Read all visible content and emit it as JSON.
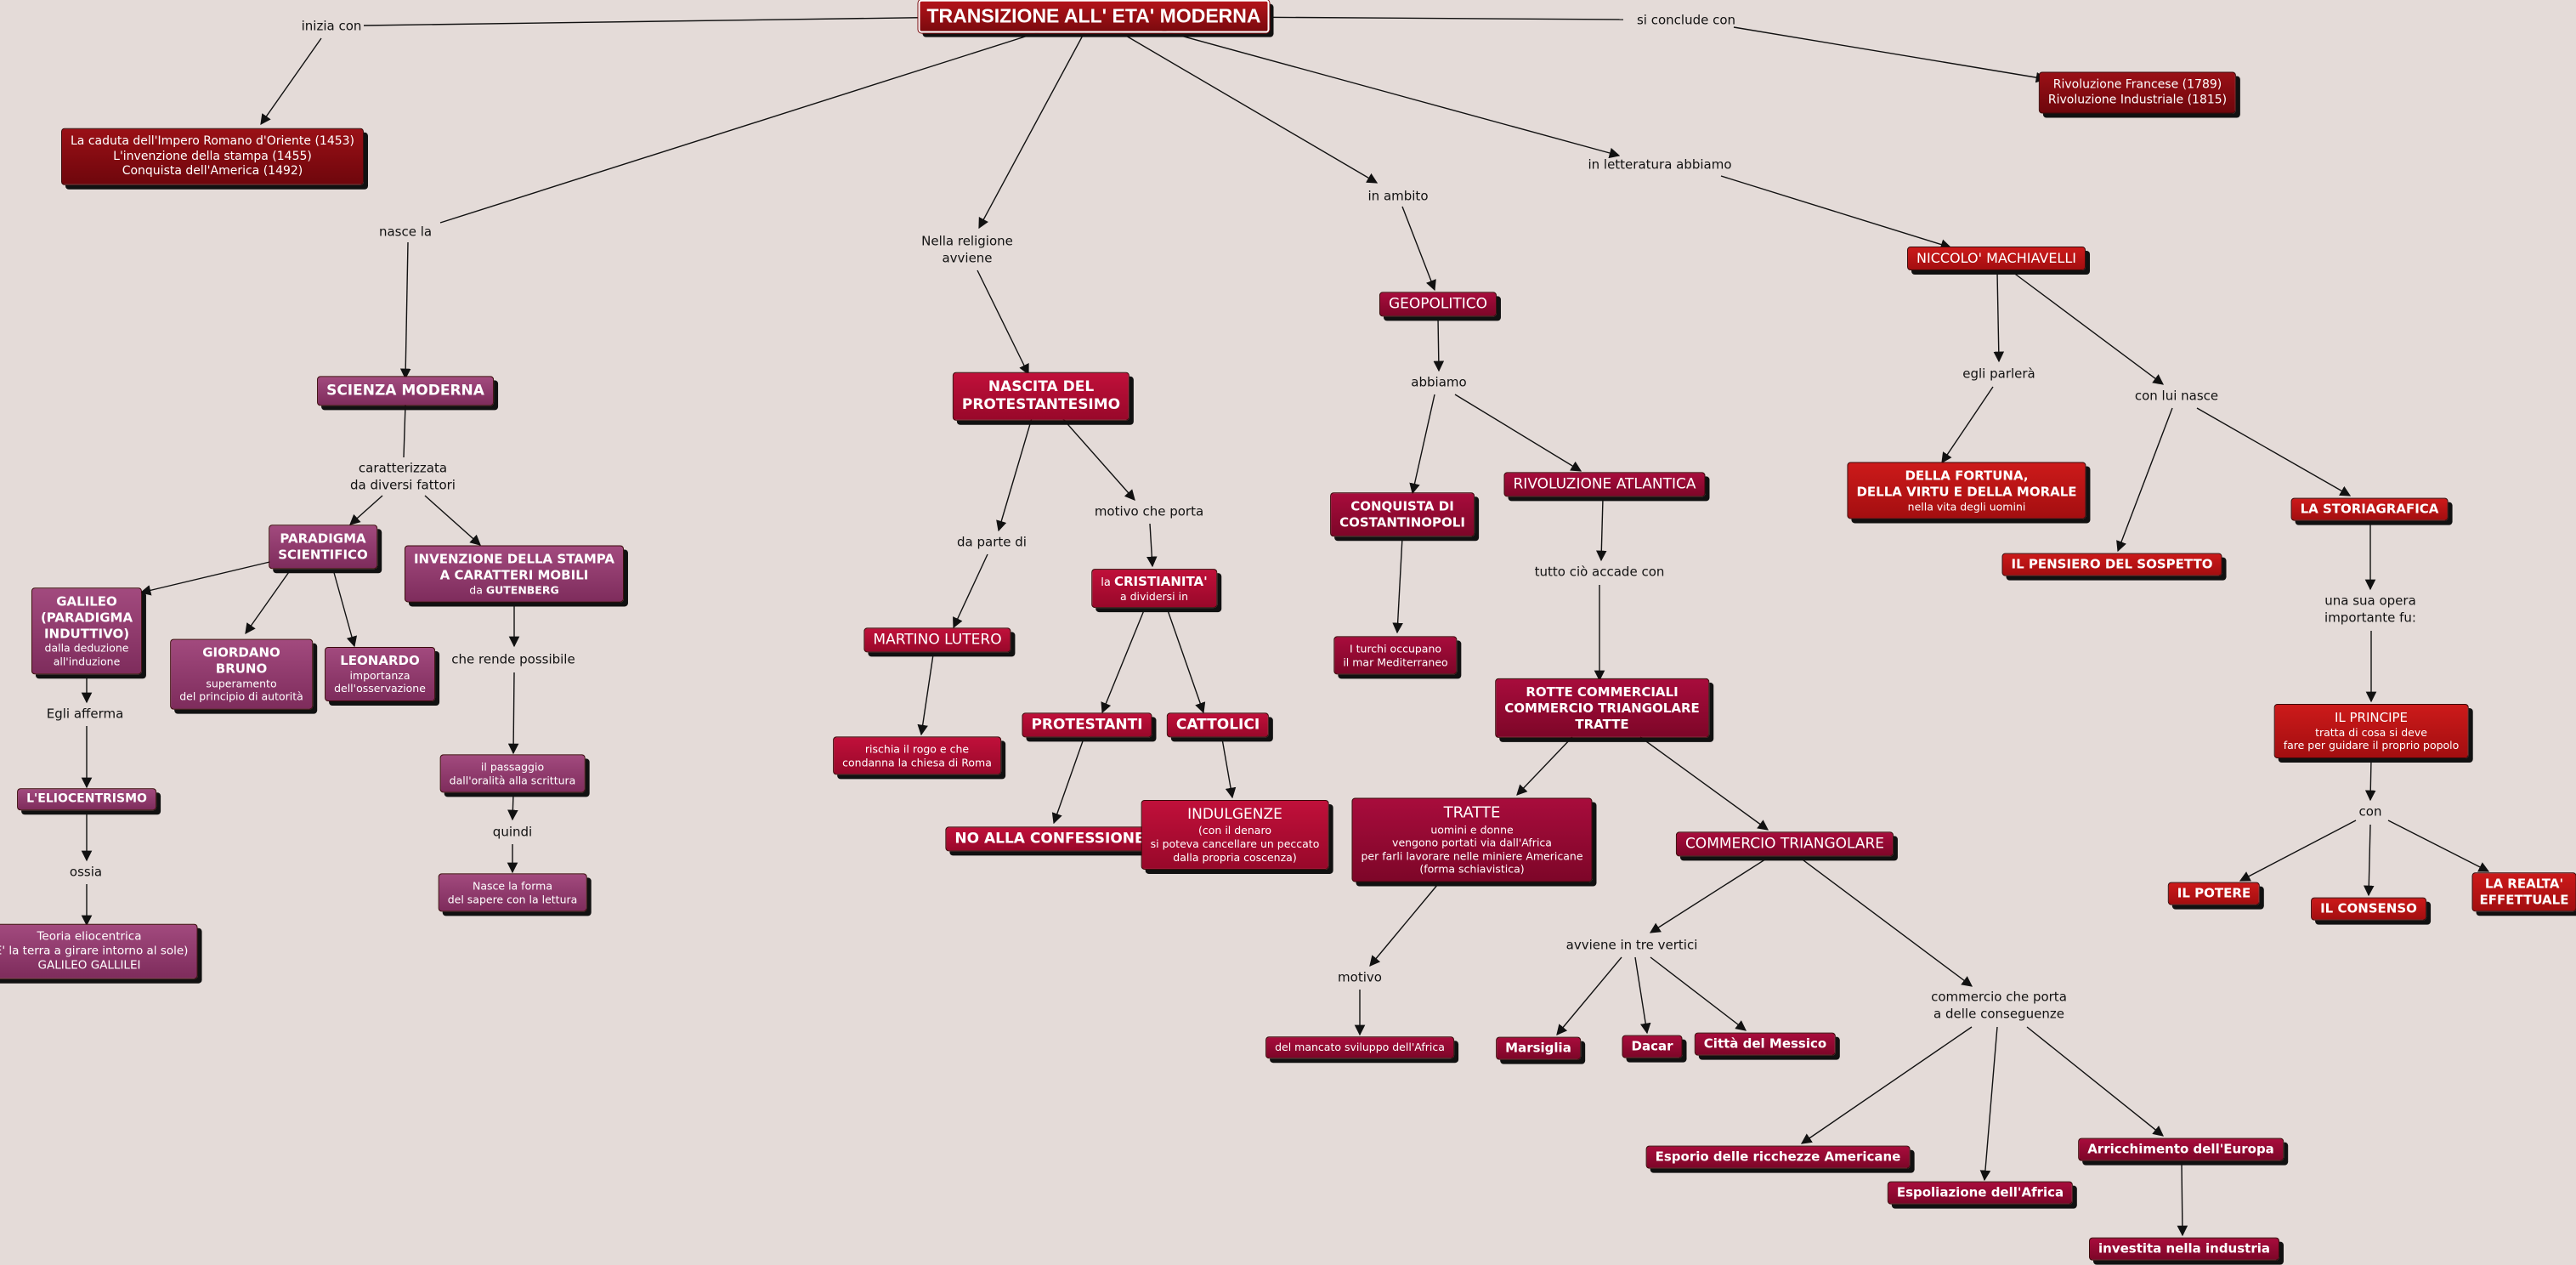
{
  "title": "TRANSIZIONE ALL' ETA' MODERNA",
  "labels": {
    "inizia_con": "inizia con",
    "si_conclude_con": "si conclude con",
    "nasce_la": "nasce la",
    "nella_religione": "Nella religione\navviene",
    "in_ambito": "in ambito",
    "in_letteratura": "in letteratura abbiamo",
    "caratterizzata": "caratterizzata\nda diversi fattori",
    "egli_afferma": "Egli afferma",
    "ossia": "ossia",
    "che_rende": "che rende possibile",
    "quindi": "quindi",
    "da_parte_di": "da parte di",
    "motivo_che_porta": "motivo che porta",
    "abbiamo": "abbiamo",
    "tutto_cio": "tutto ciò accade con",
    "motivo": "motivo",
    "avviene_tre": "avviene in tre vertici",
    "commercio_porta": "commercio che porta\na delle conseguenze",
    "egli_parlera": "egli parlerà",
    "con_lui": "con lui nasce",
    "una_sua_opera": "una sua opera\nimportante fu:",
    "con": "con"
  },
  "nodes": {
    "inizio": {
      "s": "La caduta dell'Impero Romano d'Oriente (1453)\nL'invenzione della stampa (1455)\nConquista dell'America (1492)"
    },
    "fine": {
      "s": "Rivoluzione Francese (1789)\nRivoluzione Industriale (1815)"
    },
    "scienza": {
      "t": "SCIENZA MODERNA"
    },
    "paradigma": {
      "t": "PARADIGMA\nSCIENTIFICO"
    },
    "stampa": {
      "t": "INVENZIONE DELLA STAMPA\nA CARATTERI MOBILI",
      "s_pre": "da ",
      "t2": "GUTENBERG"
    },
    "galileo": {
      "t": "GALILEO\n(PARADIGMA\nINDUTTIVO)",
      "s": "dalla deduzione\nall'induzione"
    },
    "bruno": {
      "t": "GIORDANO\nBRUNO",
      "s": "superamento\ndel principio di autorità"
    },
    "leonardo": {
      "t": "LEONARDO",
      "s": "importanza\ndell'osservazione"
    },
    "eliocentrismo": {
      "t": "L'ELIOCENTRISMO"
    },
    "teoria": {
      "s": "Teoria eliocentrica\n(E' la terra a girare intorno al sole)\nGALILEO GALLILEI"
    },
    "passaggio": {
      "s": "il passaggio\ndall'oralità alla scrittura"
    },
    "forma": {
      "s": "Nasce la forma\ndel sapere con la lettura"
    },
    "protestantesimo": {
      "t": "NASCITA DEL\nPROTESTANTESIMO"
    },
    "lutero": {
      "t": "MARTINO LUTERO"
    },
    "rogo": {
      "s": "rischia il rogo e che\ncondanna la chiesa di Roma"
    },
    "cristianita": {
      "pre": "la ",
      "t": "CRISTIANITA'",
      "s": "a dividersi in"
    },
    "protestanti": {
      "t": "PROTESTANTI"
    },
    "cattolici": {
      "t": "CATTOLICI"
    },
    "confessione": {
      "t": "NO ALLA CONFESSIONE"
    },
    "indulgenze": {
      "t": "INDULGENZE",
      "s": "(con il denaro\nsi poteva cancellare un peccato\ndalla propria coscenza)"
    },
    "geopolitico": {
      "t": "GEOPOLITICO"
    },
    "costantinopoli": {
      "t": "CONQUISTA DI\nCOSTANTINOPOLI"
    },
    "turchi": {
      "s": "I turchi occupano\nil mar Mediterraneo"
    },
    "atlantica": {
      "t": "RIVOLUZIONE ATLANTICA"
    },
    "rotte": {
      "t": "ROTTE COMMERCIALI\nCOMMERCIO TRIANGOLARE\nTRATTE"
    },
    "tratte": {
      "t": "TRATTE",
      "s": "uomini e donne\nvengono portati via dall'Africa\nper farli lavorare nelle miniere Americane\n(forma schiavistica)"
    },
    "mancato": {
      "s": "del mancato sviluppo dell'Africa"
    },
    "triangolare": {
      "t": "COMMERCIO TRIANGOLARE"
    },
    "marsiglia": {
      "t": "Marsiglia"
    },
    "dacar": {
      "t": "Dacar"
    },
    "messico": {
      "t": "Città del Messico"
    },
    "esporio": {
      "t": "Esporio delle ricchezze Americane"
    },
    "espoliazione": {
      "t": "Espoliazione dell'Africa"
    },
    "arricchimento": {
      "t": "Arricchimento dell'Europa"
    },
    "industria": {
      "t": "investita nella industria"
    },
    "machiavelli": {
      "t": "NICCOLO' MACHIAVELLI"
    },
    "fortuna": {
      "t": "DELLA FORTUNA,\nDELLA VIRTU E DELLA MORALE",
      "s": "nella vita degli uomini"
    },
    "sospetto": {
      "t": "IL PENSIERO DEL SOSPETTO"
    },
    "storiografica": {
      "t": "LA STORIAGRAFICA"
    },
    "principe": {
      "t": "IL PRINCIPE",
      "s": "tratta  di cosa si deve\nfare per guidare il proprio popolo"
    },
    "potere": {
      "t": "IL POTERE"
    },
    "consenso": {
      "t": "IL CONSENSO"
    },
    "realta": {
      "t": "LA REALTA'\nEFFETTUALE"
    }
  }
}
